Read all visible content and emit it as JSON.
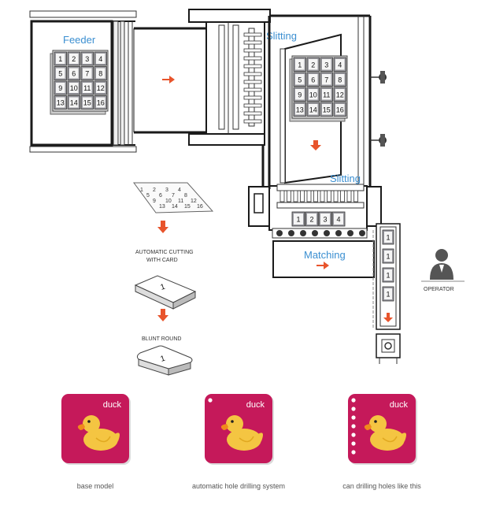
{
  "labels": {
    "feeder": "Feeder",
    "slitting_top": "Slitting",
    "slitting_bottom": "Slitting",
    "matching": "Matching",
    "operator": "OPERATOR"
  },
  "card_grid": [
    "1",
    "2",
    "3",
    "4",
    "5",
    "6",
    "7",
    "8",
    "9",
    "10",
    "11",
    "12",
    "13",
    "14",
    "15",
    "16"
  ],
  "matching_row": [
    "1",
    "2",
    "3",
    "4"
  ],
  "conveyor_cards": [
    "1",
    "1",
    "1",
    "1"
  ],
  "process_steps": {
    "step1": [
      "AUTOMATIC CUTTING",
      "WITH CARD"
    ],
    "step2": "BLUNT ROUND",
    "stack_number": "1"
  },
  "products": [
    {
      "word": "duck",
      "caption": "base model",
      "holes": 0
    },
    {
      "word": "duck",
      "caption": "automatic hole drilling system",
      "holes": 1
    },
    {
      "word": "duck",
      "caption": "can drilling holes like this",
      "holes": 7
    }
  ],
  "colors": {
    "label_blue": "#3b8fd1",
    "arrow_red": "#e8542c",
    "card_magenta": "#c5195a",
    "duck_yellow": "#f4c542",
    "duck_beak": "#f08a1c",
    "machine_line": "#1a1a1a",
    "cell_fill": "#9a9aa0"
  },
  "icons": [
    "right-arrow-icon",
    "down-arrow-icon",
    "operator-icon",
    "duck-icon",
    "hole-icon"
  ]
}
